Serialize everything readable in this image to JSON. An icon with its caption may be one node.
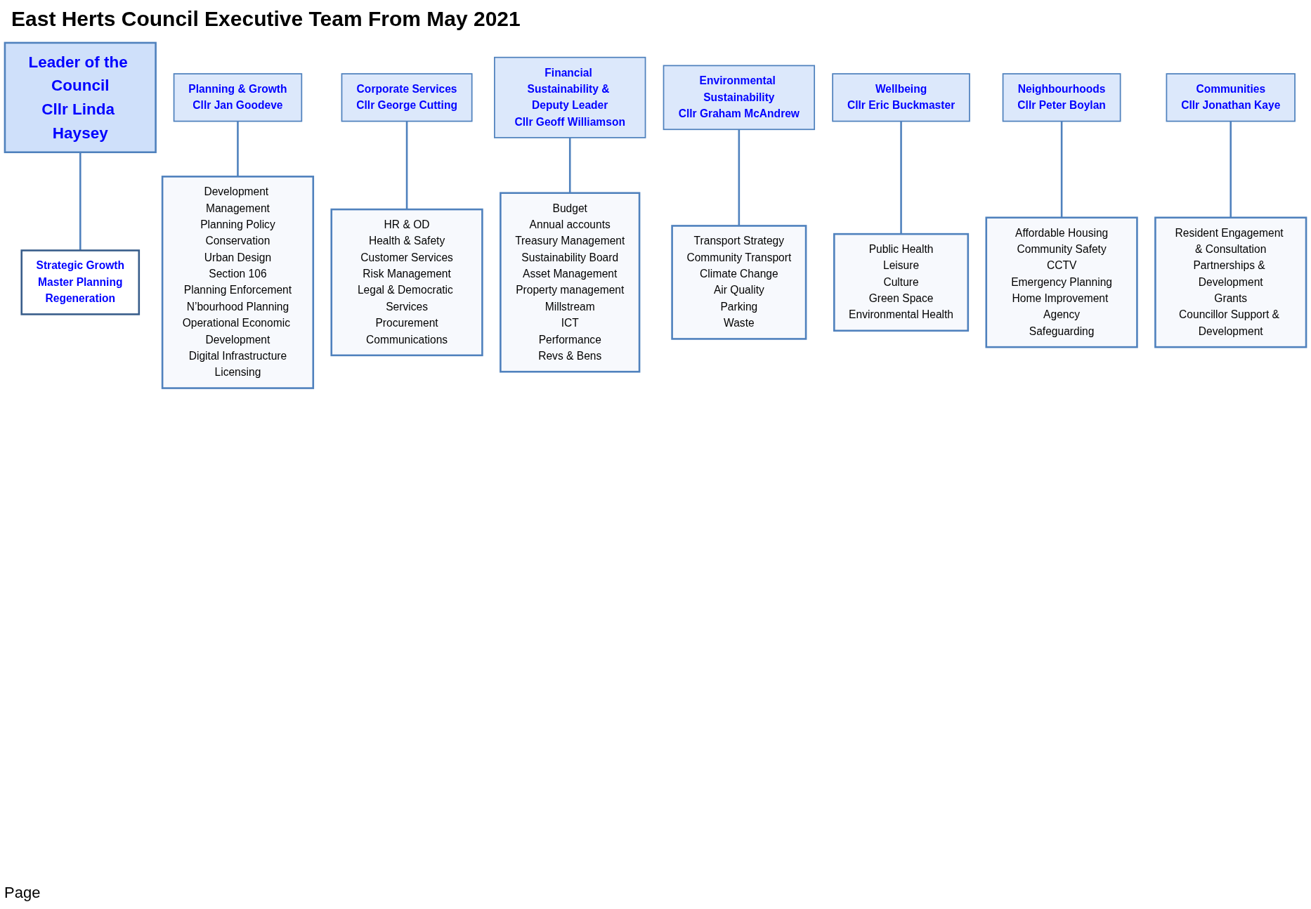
{
  "diagram": {
    "title": "East Herts Council Executive Team From May 2021",
    "nodes": [
      {
        "text": [
          "Leader of the Council",
          "Cllr Linda Haysey"
        ]
      },
      {
        "text": [
          "Strategic Growth",
          "Master Planning",
          "Regeneration"
        ]
      },
      {
        "text": [
          "Planning & Growth",
          "Cllr Jan Goodeve"
        ]
      },
      {
        "text": [
          "Development Management",
          "Planning Policy",
          "Conservation",
          "Urban Design",
          "Section 106",
          "Planning Enforcement",
          "N’bourhood Planning",
          "Operational Economic Development",
          "Digital Infrastructure",
          "Licensing"
        ]
      },
      {
        "text": [
          "Corporate Services",
          "Cllr George Cutting"
        ]
      },
      {
        "text": [
          "HR & OD",
          "Health & Safety",
          "Customer Services",
          "Risk Management",
          "Legal & Democratic Services",
          "Procurement",
          "Communications"
        ]
      },
      {
        "text": [
          "Financial Sustainability & Deputy Leader",
          "Cllr Geoff Williamson"
        ]
      },
      {
        "text": [
          "Budget",
          "Annual accounts",
          "Treasury Management",
          "Sustainability Board",
          "Asset Management",
          "Property management",
          "Millstream",
          "ICT",
          "Performance",
          "Revs & Bens"
        ]
      },
      {
        "text": [
          "Environmental Sustainability",
          "Cllr Graham McAndrew"
        ]
      },
      {
        "text": [
          "Transport Strategy",
          "Community Transport",
          "Climate Change",
          "Air Quality",
          "Parking",
          "Waste"
        ]
      },
      {
        "text": [
          "Wellbeing",
          "Cllr Eric Buckmaster"
        ]
      },
      {
        "text": [
          "Public Health",
          "Leisure",
          "Culture",
          "Green Space",
          "Environmental Health"
        ]
      },
      {
        "text": [
          "Neighbourhoods",
          "Cllr Peter Boylan"
        ]
      },
      {
        "text": [
          "Affordable Housing",
          "Community Safety",
          "CCTV",
          "Emergency Planning",
          "Home Improvement Agency",
          "Safeguarding"
        ]
      },
      {
        "text": [
          "Communities",
          "Cllr Jonathan Kaye"
        ]
      },
      {
        "text": [
          "Resident Engagement & Consultation",
          "Partnerships & Development",
          "Grants",
          "Councillor Support & Development"
        ]
      }
    ],
    "edges": [
      {
        "from": 0,
        "to": 1,
        "arrow": "none"
      },
      {
        "from": 2,
        "to": 3,
        "arrow": "none"
      },
      {
        "from": 4,
        "to": 5,
        "arrow": "none"
      },
      {
        "from": 6,
        "to": 7,
        "arrow": "none"
      },
      {
        "from": 8,
        "to": 9,
        "arrow": "none"
      },
      {
        "from": 10,
        "to": 11,
        "arrow": "none"
      },
      {
        "from": 12,
        "to": 13,
        "arrow": "none"
      },
      {
        "from": 14,
        "to": 15,
        "arrow": "none"
      }
    ],
    "labels": [
      "Page"
    ]
  }
}
